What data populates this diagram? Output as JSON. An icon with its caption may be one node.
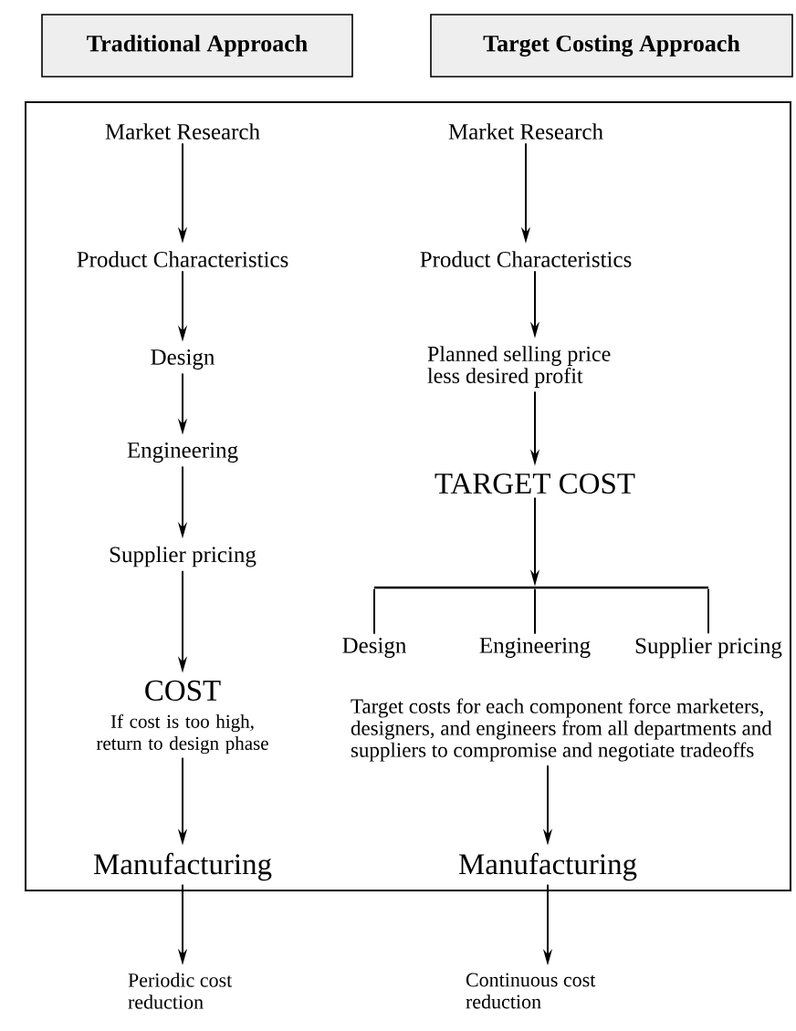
{
  "diagram": {
    "nodes": [
      {
        "text": [
          "Traditional Approach"
        ]
      },
      {
        "text": [
          "Target Costing Approach"
        ]
      },
      {
        "text": [
          "Market Research"
        ]
      },
      {
        "text": [
          "Product Characteristics"
        ]
      },
      {
        "text": [
          "Design"
        ]
      },
      {
        "text": [
          "Engineering"
        ]
      },
      {
        "text": [
          "Supplier pricing"
        ]
      },
      {
        "text": [
          "COST",
          "If cost is too high, return to design phase"
        ]
      },
      {
        "text": [
          "Manufacturing"
        ]
      },
      {
        "text": [
          "Periodic cost reduction"
        ]
      },
      {
        "text": [
          "Market Research"
        ]
      },
      {
        "text": [
          "Product Characteristics"
        ]
      },
      {
        "text": [
          "Planned selling price less desired profit"
        ]
      },
      {
        "text": [
          "TARGET COST"
        ]
      },
      {
        "text": [],
        "shape": "bar"
      },
      {
        "text": [
          "Design"
        ]
      },
      {
        "text": [
          "Engineering"
        ]
      },
      {
        "text": [
          "Supplier pricing"
        ]
      },
      {
        "text": [
          "Target costs for each component force marketers, designers, and engineers from all departments and suppliers to compromise and negotiate tradeoffs"
        ]
      },
      {
        "text": [
          "Manufacturing"
        ]
      },
      {
        "text": [
          "Continuous cost reduction"
        ]
      }
    ],
    "edges": [
      {
        "from": 2,
        "to": 3,
        "arrow": "to"
      },
      {
        "from": 3,
        "to": 4,
        "arrow": "to"
      },
      {
        "from": 4,
        "to": 5,
        "arrow": "to"
      },
      {
        "from": 5,
        "to": 6,
        "arrow": "to"
      },
      {
        "from": 6,
        "to": 7,
        "arrow": "to"
      },
      {
        "from": 7,
        "to": 8,
        "arrow": "to"
      },
      {
        "from": 8,
        "to": 9,
        "arrow": "to"
      },
      {
        "from": 10,
        "to": 11,
        "arrow": "to"
      },
      {
        "from": 11,
        "to": 12,
        "arrow": "to"
      },
      {
        "from": 12,
        "to": 13,
        "arrow": "to"
      },
      {
        "from": 13,
        "to": 14,
        "arrow": "to"
      },
      {
        "from": 14,
        "to": 15,
        "arrow": "none"
      },
      {
        "from": 14,
        "to": 16,
        "arrow": "none"
      },
      {
        "from": 14,
        "to": 17,
        "arrow": "none"
      },
      {
        "from": 18,
        "to": 19,
        "arrow": "to"
      },
      {
        "from": 19,
        "to": 20,
        "arrow": "to"
      }
    ]
  }
}
